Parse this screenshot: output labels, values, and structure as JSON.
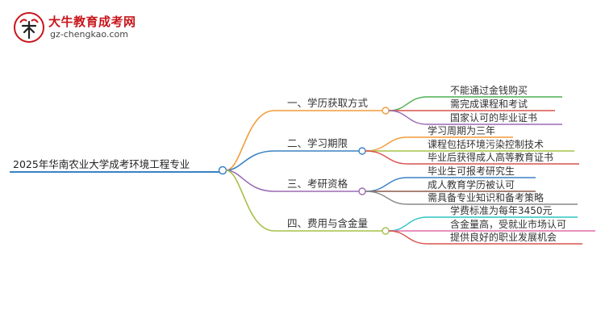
{
  "logo": {
    "title": "大牛教育成考网",
    "url": "gz-chengkao.com"
  },
  "mindmap": {
    "root": "2025年华南农业大学成考环境工程专业",
    "branches": [
      {
        "label": "一、学历获取方式",
        "color": "#f29c38",
        "leaves": [
          {
            "text": "不能通过金钱购买",
            "color": "#4caf50"
          },
          {
            "text": "需完成课程和考试",
            "color": "#d9534f"
          },
          {
            "text": "国家认可的毕业证书",
            "color": "#9b6bb3"
          }
        ]
      },
      {
        "label": "二、学习期限",
        "color": "#3b82c4",
        "leaves": [
          {
            "text": "学习周期为三年",
            "color": "#f29c38"
          },
          {
            "text": "课程包括环境污染控制技术",
            "color": "#a5c04a"
          },
          {
            "text": "毕业后获得成人高等教育证书",
            "color": "#d9534f"
          }
        ]
      },
      {
        "label": "三、考研资格",
        "color": "#9b6bb3",
        "leaves": [
          {
            "text": "毕业生可报考研究生",
            "color": "#3b82c4"
          },
          {
            "text": "成人教育学历被认可",
            "color": "#8b5a4a"
          },
          {
            "text": "需具备专业知识和备考策略",
            "color": "#888888"
          }
        ]
      },
      {
        "label": "四、费用与含金量",
        "color": "#a5c04a",
        "leaves": [
          {
            "text": "学费标准为每年3450元",
            "color": "#2ec4c4"
          },
          {
            "text": "含金量高，受就业市场认可",
            "color": "#e06fa8"
          },
          {
            "text": "提供良好的职业发展机会",
            "color": "#d9534f"
          }
        ]
      }
    ]
  }
}
